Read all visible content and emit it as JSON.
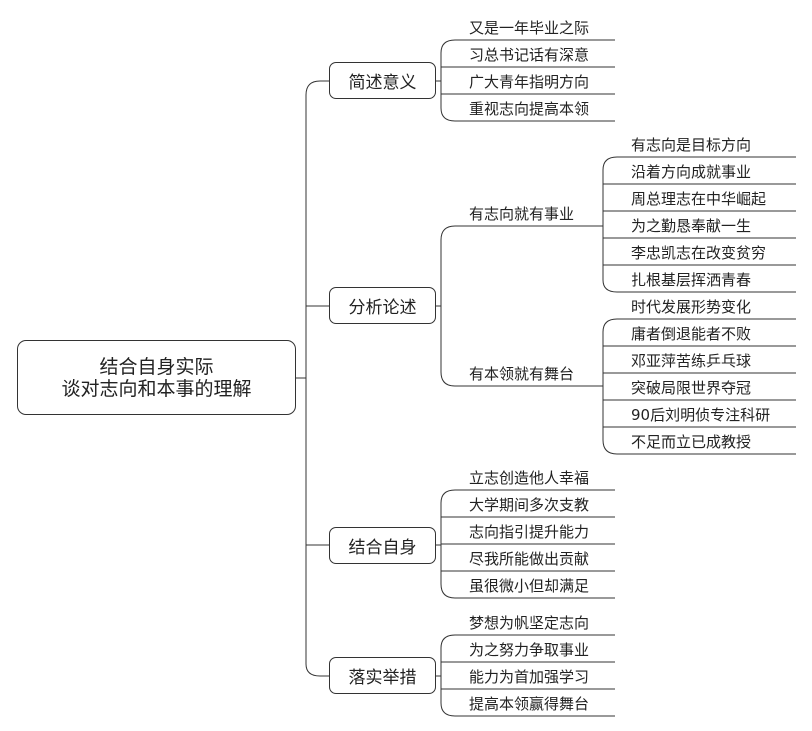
{
  "root": {
    "line1": "结合自身实际",
    "line2": "谈对志向和本事的理解"
  },
  "branches": {
    "b1": {
      "label": "简述意义",
      "leaves": [
        "又是一年毕业之际",
        "习总书记话有深意",
        "广大青年指明方向",
        "重视志向提高本领"
      ]
    },
    "b2": {
      "label": "分析论述",
      "subs": [
        {
          "label": "有志向就有事业",
          "leaves": [
            "有志向是目标方向",
            "沿着方向成就事业",
            "周总理志在中华崛起",
            "为之勤恳奉献一生",
            "李忠凯志在改变贫穷",
            "扎根基层挥洒青春"
          ]
        },
        {
          "label": "有本领就有舞台",
          "leaves": [
            "时代发展形势变化",
            "庸者倒退能者不败",
            "邓亚萍苦练乒乓球",
            "突破局限世界夺冠",
            "90后刘明侦专注科研",
            "不足而立已成教授"
          ]
        }
      ]
    },
    "b3": {
      "label": "结合自身",
      "leaves": [
        "立志创造他人幸福",
        "大学期间多次支教",
        "志向指引提升能力",
        "尽我所能做出贡献",
        "虽很微小但却满足"
      ]
    },
    "b4": {
      "label": "落实举措",
      "leaves": [
        "梦想为帆坚定志向",
        "为之努力争取事业",
        "能力为首加强学习",
        "提高本领赢得舞台"
      ]
    }
  }
}
